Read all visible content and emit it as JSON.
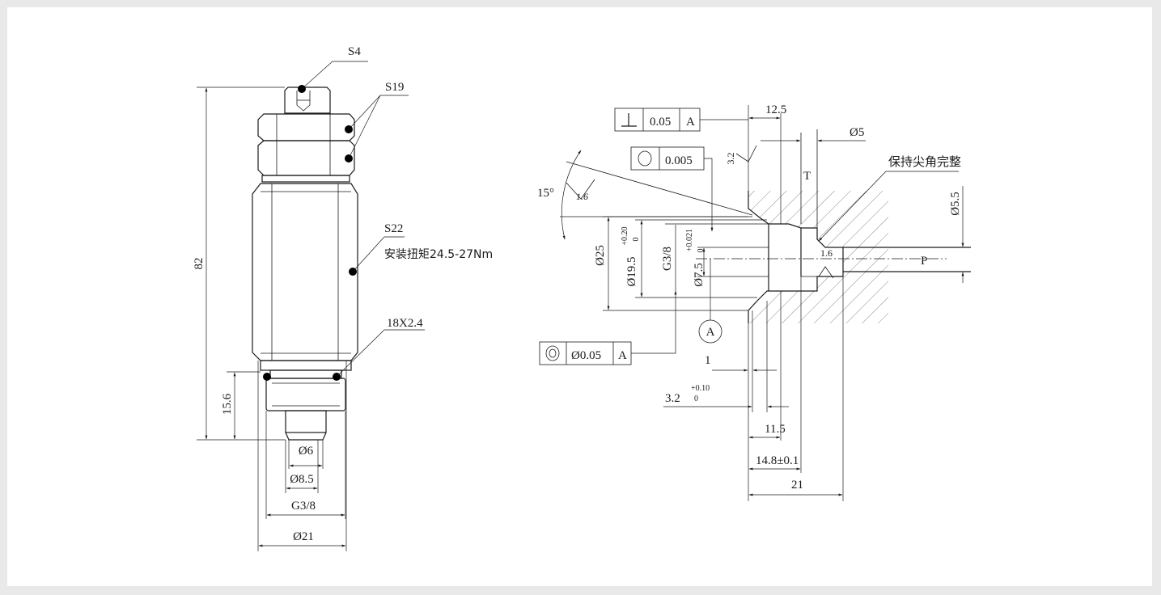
{
  "left_view": {
    "callouts": {
      "s4": "S4",
      "s19": "S19",
      "s22": "S22",
      "torque": "安装扭矩24.5-27Nm",
      "oring": "18X2.4"
    },
    "dims": {
      "length": "82",
      "thread_len": "15.6",
      "d6": "Ø6",
      "d85": "Ø8.5",
      "g38": "G3/8",
      "d21": "Ø21"
    }
  },
  "right_view": {
    "perp_frame": {
      "symbol": "⊥",
      "value": "0.05",
      "datum": "A"
    },
    "circ_frame": {
      "symbol": "○",
      "value": "0.005"
    },
    "conc_frame": {
      "symbol": "◎",
      "value": "Ø0.05",
      "datum": "A"
    },
    "datum_label": "A",
    "angle": "15°",
    "roughness_a": "1.6",
    "roughness_b": "3.2",
    "roughness_c": "1.6",
    "note": "保持尖角完整",
    "port_t": "T",
    "port_p": "P",
    "dims": {
      "w125": "12.5",
      "d5": "Ø5",
      "d55": "Ø5.5",
      "d25": "Ø25",
      "d195": "Ø19.5",
      "d195_tol_up": "+0.20",
      "d195_tol_lo": "0",
      "g38": "G3/8",
      "d75": "Ø7.5",
      "d75_tol_up": "+0.021",
      "d75_tol_lo": "0",
      "w1": "1",
      "w32": "3.2",
      "w32_tol_up": "+0.10",
      "w32_tol_lo": "0",
      "w115": "11.5",
      "w148": "14.8±0.1",
      "w21": "21"
    }
  }
}
